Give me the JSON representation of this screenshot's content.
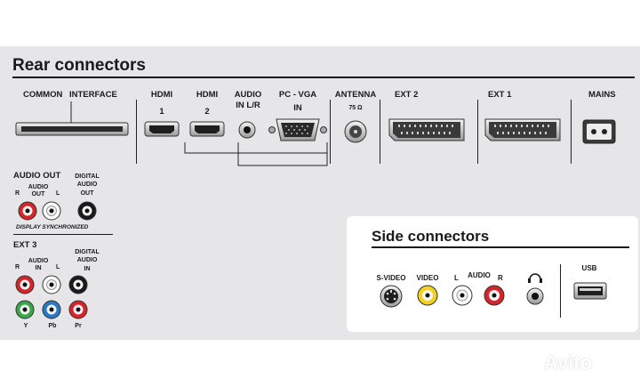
{
  "rear": {
    "title": "Rear connectors",
    "common_interface": {
      "line1": "COMMON",
      "line2": "INTERFACE"
    },
    "hdmi1": {
      "line1": "HDMI",
      "line2": "1"
    },
    "hdmi2": {
      "line1": "HDMI",
      "line2": "2"
    },
    "audio_in_lr": {
      "line1": "AUDIO",
      "line2": "IN L/R"
    },
    "pc_vga": {
      "line1": "PC - VGA",
      "line2": "IN"
    },
    "antenna": {
      "line1": "ANTENNA",
      "sub": "75 Ω"
    },
    "ext2": "EXT 2",
    "ext1": "EXT 1",
    "mains": "MAINS",
    "audio_out": {
      "title": "AUDIO OUT",
      "audio": "AUDIO",
      "out": "OUT",
      "r": "R",
      "l": "L",
      "digital_line1": "DIGITAL",
      "digital_line2": "AUDIO",
      "digital_line3": "OUT",
      "note": "DISPLAY SYNCHRONIZED"
    },
    "ext3": {
      "title": "EXT 3",
      "r": "R",
      "audio": "AUDIO",
      "in": "IN",
      "l": "L",
      "digital_line1": "DIGITAL",
      "digital_line2": "AUDIO",
      "digital_line3": "IN",
      "y": "Y",
      "pb": "Pb",
      "pr": "Pr"
    }
  },
  "side": {
    "title": "Side connectors",
    "svideo": "S-VIDEO",
    "video": "VIDEO",
    "l": "L",
    "audio": "AUDIO",
    "r": "R",
    "usb": "USB"
  },
  "watermark": "Avito",
  "colors": {
    "panel": "#e6e6e8",
    "red": "#d8232a",
    "white": "#ffffff",
    "yellow": "#f2d21b",
    "green": "#3aa84a",
    "blue": "#2a78c8",
    "black": "#1a1a1a"
  }
}
